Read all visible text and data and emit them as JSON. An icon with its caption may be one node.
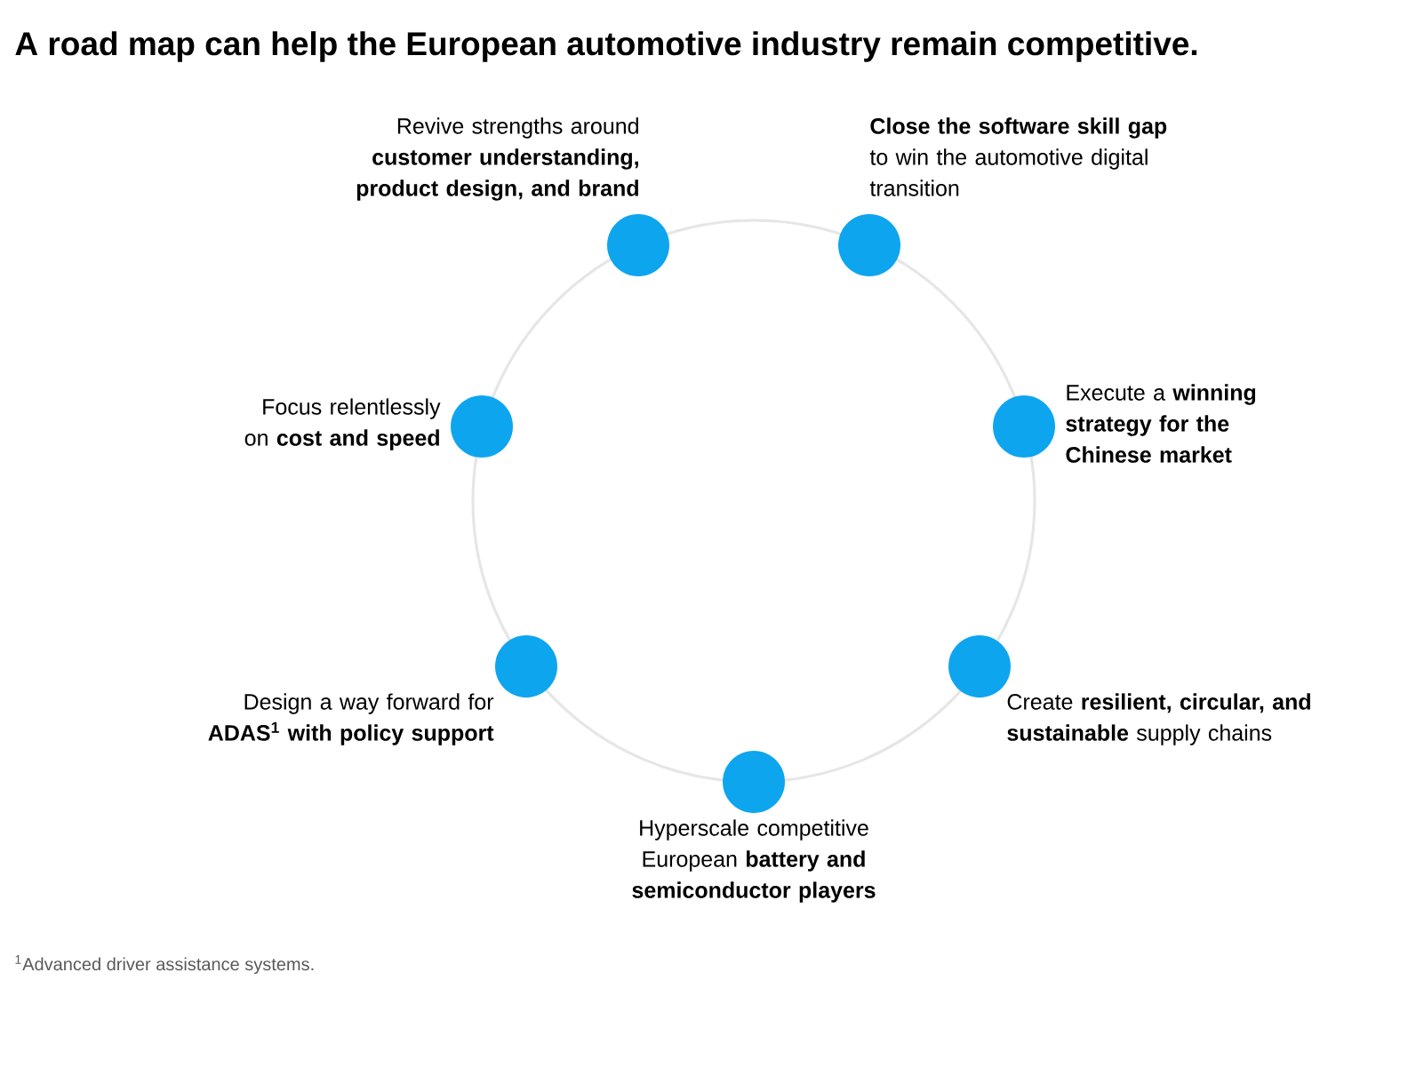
{
  "diagram": {
    "title": "A road map can help the European automotive industry remain competitive.",
    "nodes": [
      {
        "text": [],
        "shape": "circle",
        "beside": [
          "Revive strengths around **customer understanding, product design, and brand**"
        ]
      },
      {
        "text": [],
        "shape": "circle",
        "beside": [
          "**Close the software skill gap** to win the automotive digital transition"
        ]
      },
      {
        "text": [],
        "shape": "circle",
        "beside": [
          "Execute a **winning strategy for the Chinese market**"
        ]
      },
      {
        "text": [],
        "shape": "circle",
        "beside": [
          "Create **resilient, circular, and sustainable** supply chains"
        ]
      },
      {
        "text": [],
        "shape": "circle",
        "beside": [
          "Hyperscale competitive European **battery and semiconductor players**"
        ]
      },
      {
        "text": [],
        "shape": "circle",
        "beside": [
          "Design a way forward for **ADAS$^{1}$ with policy support**"
        ]
      },
      {
        "text": [],
        "shape": "circle",
        "beside": [
          "Focus relentlessly on **cost and speed**"
        ]
      }
    ],
    "labels": [
      "$^{1}$Advanced driver assistance systems."
    ]
  }
}
